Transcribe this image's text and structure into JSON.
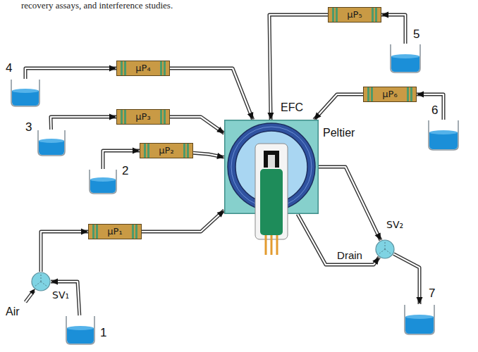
{
  "diagram": {
    "nodes": [
      {
        "text": [
          "1"
        ]
      },
      {
        "text": [
          "SV₁"
        ]
      },
      {
        "text": [
          "μP₁"
        ]
      },
      {
        "text": [
          "2"
        ]
      },
      {
        "text": [
          "μP₂"
        ]
      },
      {
        "text": [
          "3"
        ]
      },
      {
        "text": [
          "μP₃"
        ]
      },
      {
        "text": [
          "4"
        ]
      },
      {
        "text": [
          "μP₄"
        ]
      },
      {
        "text": [
          "5"
        ]
      },
      {
        "text": [
          "μP₅"
        ]
      },
      {
        "text": [
          "6"
        ]
      },
      {
        "text": [
          "μP₆"
        ]
      },
      {
        "text": [
          "EFC",
          "Peltier"
        ]
      },
      {
        "text": [
          "SV₂"
        ]
      },
      {
        "text": [
          "7"
        ]
      }
    ],
    "edges": [
      {
        "from": 0,
        "to": 1,
        "arrow": "to"
      },
      {
        "from": 1,
        "to": 2,
        "arrow": "to"
      },
      {
        "from": 2,
        "to": 13,
        "arrow": "to"
      },
      {
        "from": 3,
        "to": 4,
        "arrow": "to"
      },
      {
        "from": 4,
        "to": 13,
        "arrow": "to"
      },
      {
        "from": 5,
        "to": 6,
        "arrow": "to"
      },
      {
        "from": 6,
        "to": 13,
        "arrow": "to"
      },
      {
        "from": 7,
        "to": 8,
        "arrow": "to"
      },
      {
        "from": 8,
        "to": 13,
        "arrow": "to"
      },
      {
        "from": 9,
        "to": 10,
        "arrow": "to"
      },
      {
        "from": 10,
        "to": 13,
        "arrow": "to"
      },
      {
        "from": 11,
        "to": 12,
        "arrow": "to"
      },
      {
        "from": 12,
        "to": 13,
        "arrow": "to"
      },
      {
        "from": 13,
        "to": 14,
        "arrow": "to"
      },
      {
        "from": 13,
        "to": 14,
        "label": "Drain",
        "arrow": "to"
      },
      {
        "from": 14,
        "to": 15,
        "arrow": "to"
      }
    ],
    "labels": [
      "recovery assays, and interference studies.",
      "Air"
    ]
  }
}
